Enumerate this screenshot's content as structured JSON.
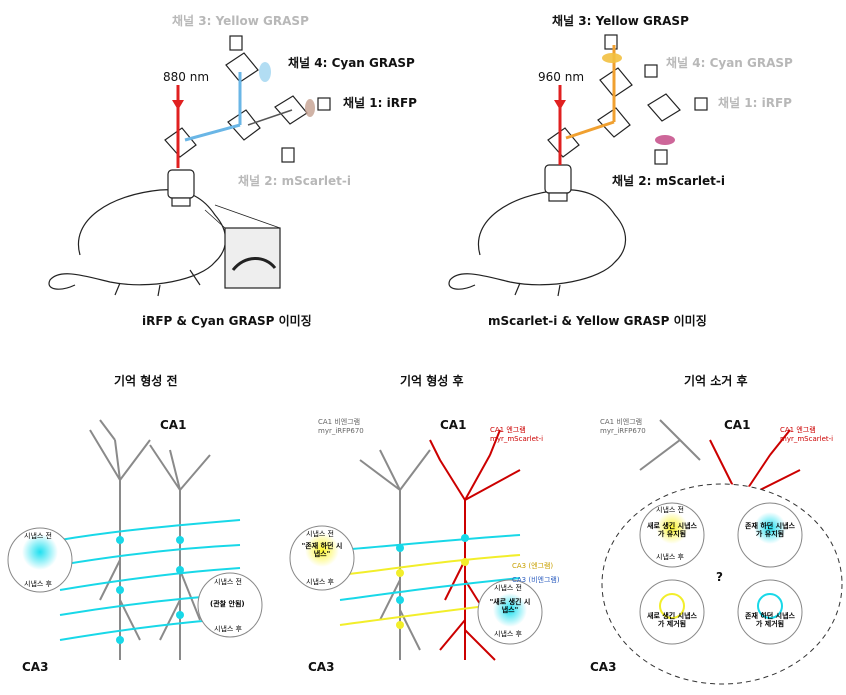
{
  "top_left": {
    "ch3": "채널 3: Yellow GRASP",
    "ch4": "채널 4: Cyan GRASP",
    "ch1": "채널 1: iRFP",
    "ch2": "채널 2: mScarlet-i",
    "laser": "880 nm",
    "caption": "iRFP & Cyan GRASP 이미징"
  },
  "top_right": {
    "ch3": "채널 3: Yellow GRASP",
    "ch4": "채널 4: Cyan GRASP",
    "ch1": "채널 1: iRFP",
    "ch2": "채널 2: mScarlet-i",
    "laser": "960 nm",
    "caption": "mScarlet-i & Yellow GRASP 이미징"
  },
  "panel1": {
    "title": "기억 형성 전",
    "ca1": "CA1",
    "ca3": "CA3",
    "pre": "시냅스 전",
    "post": "시냅스 후",
    "pre2": "시냅스 전",
    "post2": "시냅스 후",
    "obs": "(관찰 안됨)"
  },
  "panel2": {
    "title": "기억 형성 후",
    "ca1": "CA1",
    "ca3": "CA3",
    "non_engram": "CA1 비엔그램",
    "non_engram_sub": "myr_iRFP670",
    "engram": "CA1 엔그램",
    "engram_sub": "myr_mScarlet-i",
    "ca3_engram": "CA3 (엔그램)",
    "ca3_non": "CA3 (비엔그램)",
    "pre": "시냅스 전",
    "post": "시냅스 후",
    "existing": "\"존재 하던 시냅스\"",
    "pre2": "시냅스 전",
    "post2": "시냅스 후",
    "new": "\"새로 생긴 시냅스\""
  },
  "panel3": {
    "title": "기억 소거 후",
    "ca1": "CA1",
    "ca3": "CA3",
    "non_engram": "CA1 비엔그램",
    "non_engram_sub": "myr_iRFP670",
    "engram": "CA1 엔그램",
    "engram_sub": "myr_mScarlet-i",
    "b1": "새로 생긴 시냅스가 유지됨",
    "b2": "존재 하던 시냅스가 유지됨",
    "b3": "새로 생긴 시냅스가 제거됨",
    "b4": "존재 하던 시냅스가 제거됨",
    "pre": "시냅스 전",
    "post": "시냅스 후",
    "q": "?"
  },
  "colors": {
    "cyan": "#18d8e8",
    "yellow": "#f2ee2a",
    "red": "#cc0000",
    "grey": "#8a8a8a",
    "laser": "#e02020",
    "orange": "#f0a030"
  }
}
